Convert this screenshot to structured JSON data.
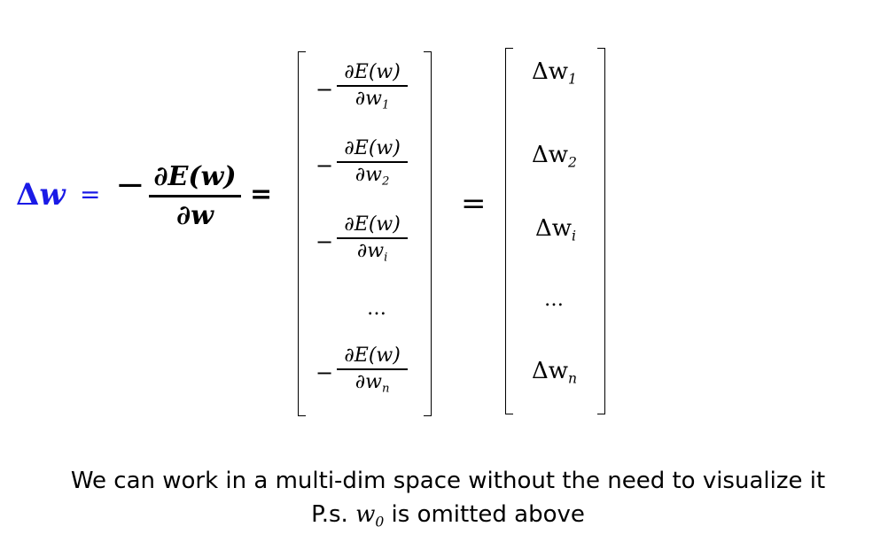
{
  "equation": {
    "lhs": {
      "delta": "Δ",
      "var": "w",
      "equals": "="
    },
    "gradient": {
      "minus": "−",
      "numerator": "∂E(w)",
      "denominator": "∂w",
      "equals": "="
    },
    "gradient_vector": [
      {
        "minus": "−",
        "numerator": "∂E(w)",
        "den_symbol": "∂w",
        "den_sub": "1"
      },
      {
        "minus": "−",
        "numerator": "∂E(w)",
        "den_symbol": "∂w",
        "den_sub": "2"
      },
      {
        "minus": "−",
        "numerator": "∂E(w)",
        "den_symbol": "∂w",
        "den_sub": "i"
      },
      {
        "ellipsis": "…"
      },
      {
        "minus": "−",
        "numerator": "∂E(w)",
        "den_symbol": "∂w",
        "den_sub": "n"
      }
    ],
    "middle_equals": "=",
    "delta_vector": [
      {
        "symbol": "Δw",
        "sub": "1"
      },
      {
        "symbol": "Δw",
        "sub": "2"
      },
      {
        "symbol": "Δw",
        "sub": "i"
      },
      {
        "ellipsis": "…"
      },
      {
        "symbol": "Δw",
        "sub": "n"
      }
    ]
  },
  "caption": {
    "line1": "We can work in a multi-dim space without the need to visualize it",
    "line2_prefix": "P.s.",
    "line2_symbol": "w",
    "line2_sub": "0",
    "line2_suffix": "is omitted above"
  },
  "colors": {
    "highlight": "#1a1ae6",
    "text": "#000000"
  }
}
